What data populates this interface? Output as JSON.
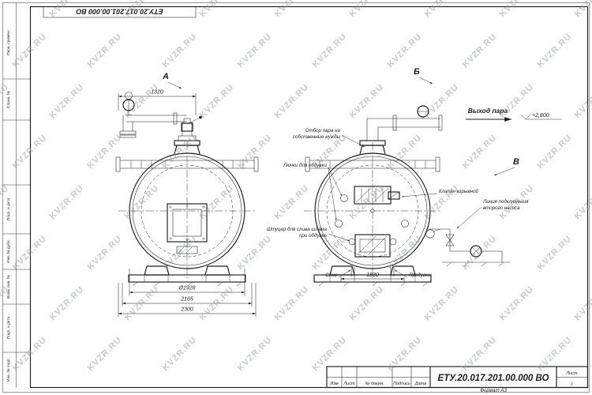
{
  "watermark": {
    "text": "KVZR.RU",
    "color": "#8f959c"
  },
  "stamp_top": {
    "doc_number": "ЕТУ.20.017.201.00.000  ВО"
  },
  "side_strip": {
    "labels": [
      "Перв. примен.",
      "Справ. №",
      "Подп. и дата",
      "Инв. № дубл.",
      "Взам. инв. №",
      "Подп. и дата",
      "Инв. № подл."
    ]
  },
  "views": {
    "a": "А",
    "b": "Б",
    "v": "В"
  },
  "dims": {
    "d1320": "1320",
    "d1928": "Ø1928",
    "d2165": "2165",
    "d2300": "2300",
    "d1830": "1830"
  },
  "labels": {
    "steam_out": "Выход пара",
    "elev": "+2,800",
    "own_needs_1": "Отбор пара на",
    "own_needs_2": "собственные нужды",
    "hatches": "Лючки для обдувки",
    "burst_valve": "Клапан взрывной",
    "pump_line_1": "Линия подключения",
    "pump_line_2": "второго насоса",
    "sludge_1": "Штуцер для слива шлама",
    "sludge_2": "при обдувке",
    "drain": "Слив",
    "blowdown": "Продувки"
  },
  "title_block": {
    "doc_number": "ЕТУ.20.017.201.00.000  ВО",
    "col_izm": "Изм",
    "col_list": "Лист",
    "col_doc": "№ докум.",
    "col_sign": "Подпись",
    "col_date": "Дата",
    "sheet_label": "Лист",
    "sheet_value": "1",
    "format": "Формат А3"
  }
}
